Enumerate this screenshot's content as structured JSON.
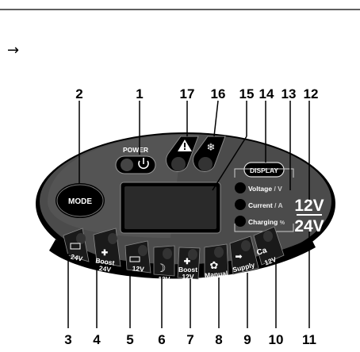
{
  "arrow": "→",
  "panel": {
    "power_label": "POWER",
    "mode_label": "MODE",
    "display_label": "DISPLAY",
    "indicators": {
      "voltage": "Voltage",
      "voltage_unit": "V",
      "current": "Current",
      "current_unit": "A",
      "charging": "Charging",
      "charging_unit": "%"
    },
    "switch": {
      "top": "12V",
      "bottom": "24V"
    },
    "modes": {
      "m24v": "24V",
      "boost24_a": "Boost",
      "boost24_b": "24V",
      "m12v": "12V",
      "night": "12V",
      "boost12_a": "Boost",
      "boost12_b": "12V",
      "manual": "Manual",
      "supply": "Supply",
      "ca_a": "Ca",
      "ca_b": "12V"
    }
  },
  "callouts_top": [
    "2",
    "1",
    "17",
    "16",
    "15",
    "14",
    "13",
    "12"
  ],
  "callouts_bottom": [
    "3",
    "4",
    "5",
    "6",
    "7",
    "8",
    "9",
    "10",
    "11"
  ]
}
